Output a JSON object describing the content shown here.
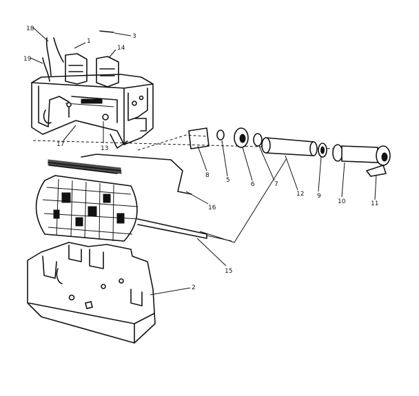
{
  "callouts": [
    {
      "id": "c1",
      "text": "1"
    },
    {
      "id": "c2",
      "text": "2"
    },
    {
      "id": "c3",
      "text": "3"
    },
    {
      "id": "c5",
      "text": "5"
    },
    {
      "id": "c6",
      "text": "6"
    },
    {
      "id": "c7",
      "text": "7"
    },
    {
      "id": "c8",
      "text": "8"
    },
    {
      "id": "c9",
      "text": "9"
    },
    {
      "id": "c10",
      "text": "10"
    },
    {
      "id": "c11",
      "text": "11"
    },
    {
      "id": "c12",
      "text": "12"
    },
    {
      "id": "c13",
      "text": "13"
    },
    {
      "id": "c14",
      "text": "14"
    },
    {
      "id": "c15",
      "text": "15"
    },
    {
      "id": "c16",
      "text": "16"
    },
    {
      "id": "c17",
      "text": "17"
    },
    {
      "id": "c18",
      "text": "18"
    },
    {
      "id": "c19",
      "text": "19"
    }
  ]
}
